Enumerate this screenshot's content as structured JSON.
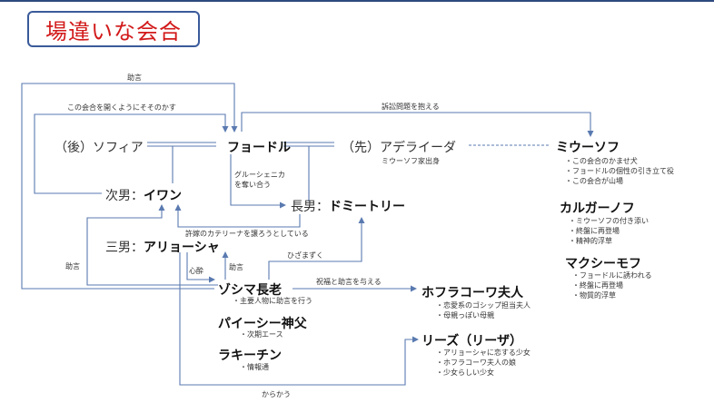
{
  "title": "場違いな会合",
  "characters": {
    "sofia": "（後）ソフィア",
    "fyodor": "フョードル",
    "adelaida": "（先）アデライーダ",
    "miusov": "ミウーソフ",
    "ivan_prefix": "次男：",
    "ivan": "イワン",
    "dmitry_prefix": "長男：",
    "dmitry": "ドミートリー",
    "alyosha_prefix": "三男：",
    "alyosha": "アリョーシャ",
    "zosima": "ゾシマ長老",
    "khokhlakova": "ホフラコーワ夫人",
    "paisy": "パイーシー神父",
    "rakitin": "ラキーチン",
    "lise": "リーズ（リーザ）",
    "kalganov": "カルガーノフ",
    "maximov": "マクシーモフ"
  },
  "descriptions": {
    "adelaida": "ミウーソフ家出身",
    "miusov": [
      "・この会合のかませ犬",
      "・フョードルの個性の引き立て役",
      "・この会合が山場"
    ],
    "kalganov": [
      "・ミウーソフの付き添い",
      "・終盤に再登場",
      "・精神的浮草"
    ],
    "maximov": [
      "・フョードルに誘われる",
      "・終盤に再登場",
      "・物質的浮草"
    ],
    "zosima": "・主要人物に助言を行う",
    "khokhlakova": [
      "・恋愛系のゴシップ担当夫人",
      "・母親っぽい母親"
    ],
    "paisy": "・次期エース",
    "rakitin": "・情報通",
    "lise": [
      "・アリョーシャに恋する少女",
      "・ホフラコーワ夫人の娘",
      "・少女らしい少女"
    ]
  },
  "relations": {
    "advice_top": "助言",
    "persuade": "この会合を開くようにそそのかす",
    "lawsuit": "訴訟問題を抱える",
    "grushenka": "グルーシェニカ\nを奪い合う",
    "katerina": "許嫁のカテリーナを譲ろうとしている",
    "kneel": "ひざまずく",
    "blessing": "祝福と助言を与える",
    "advice_left": "助言",
    "concern": "心酔",
    "advice_zosima": "助言",
    "tease": "からかう"
  }
}
